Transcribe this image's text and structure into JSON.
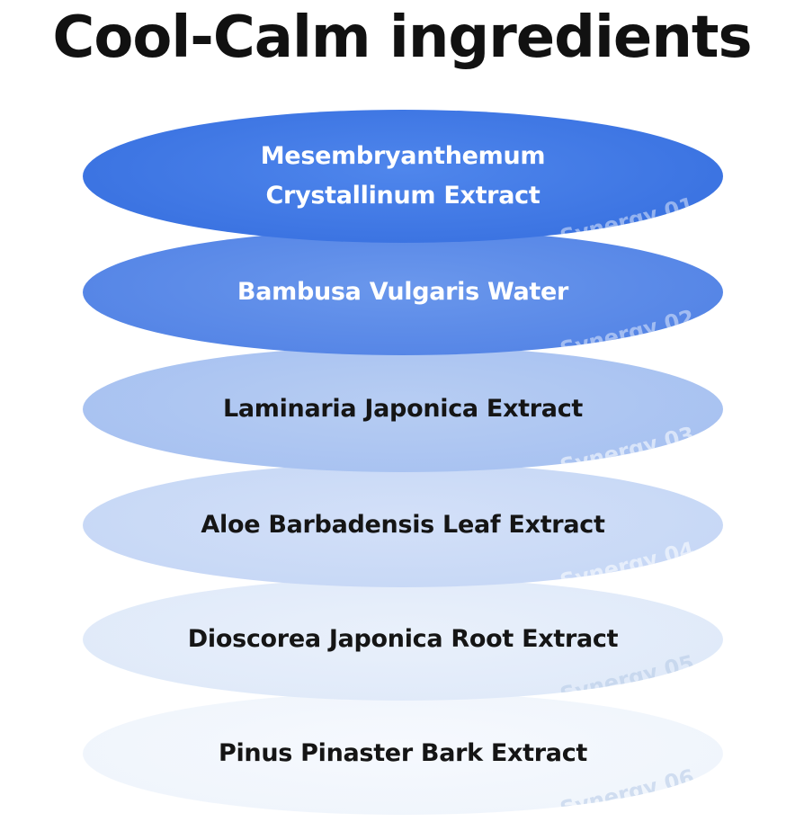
{
  "title": "Cool-Calm ingredients",
  "layers": [
    {
      "line1": "Mesembryanthemum",
      "line2": "Crystallinum Extract",
      "watermark": "Synergy 01"
    },
    {
      "line1": "Bambusa Vulgaris Water",
      "watermark": "Synergy 02"
    },
    {
      "line1": "Laminaria Japonica Extract",
      "watermark": "Synergy 03"
    },
    {
      "line1": "Aloe Barbadensis Leaf Extract",
      "watermark": "Synergy 04"
    },
    {
      "line1": "Dioscorea Japonica Root Extract",
      "watermark": "Synergy 05"
    },
    {
      "line1": "Pinus Pinaster Bark Extract",
      "watermark": "Synergy 06"
    }
  ],
  "colors": {
    "layer1": "#3c74e2",
    "layer2": "#5585e6",
    "layer3": "#a8c2f1",
    "layer4": "#c7d8f6",
    "layer5": "#e0eaf9",
    "layer6": "#f0f5fc"
  }
}
